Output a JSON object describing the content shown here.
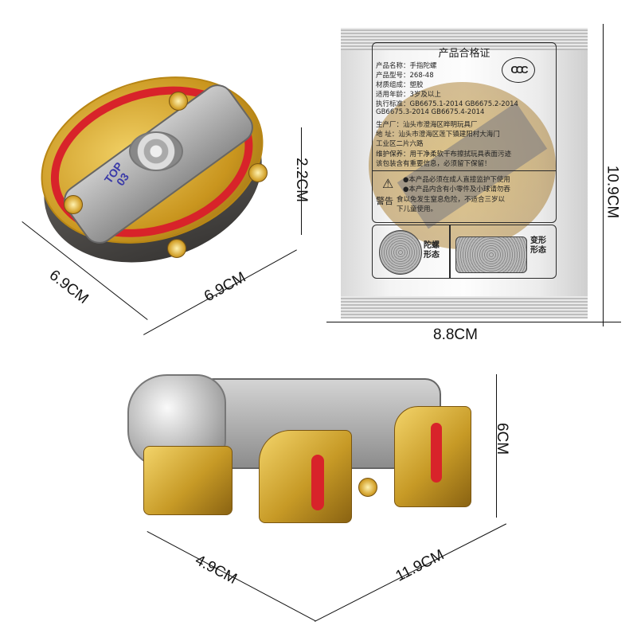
{
  "spinner": {
    "label_line1": "TOP",
    "label_line2": "03",
    "dimensions": {
      "height": "2.2CM",
      "depth": "6.9CM",
      "width": "6.9CM"
    }
  },
  "package": {
    "certificate": {
      "title": "产品合格证",
      "rows": [
        "产品名称：手指陀螺",
        "产品型号：268-48",
        "材质组成：塑胶",
        "适用年龄：3岁及以上",
        "执行标准：GB6675.1-2014  GB6675.2-2014",
        "          GB6675.3-2014  GB6675.4-2014",
        "生产厂：汕头市澄海区晔明玩具厂",
        "地  址：汕头市澄海区莲下镇建阳村大海门",
        "        工业区二片六路",
        "维护保养：用干净柔软干布擦拭玩具表面污迹",
        "该包装含有重要信息，必须留下保留！"
      ],
      "ccc_mark": "CCC",
      "warning_label": "警告",
      "warnings": [
        "●本产品必须在成人直接监护下使用",
        "●本产品内含有小零件及小球请勿吞",
        "食以免发生窒息危险，不适合三岁以",
        "下儿童使用。"
      ]
    },
    "forms": {
      "spinner_form": "陀螺形态",
      "transform_form": "变形形态"
    },
    "dimensions": {
      "height": "10.9CM",
      "width": "8.8CM"
    }
  },
  "robot": {
    "dimensions": {
      "height": "6CM",
      "depth": "4.9CM",
      "length": "11.9CM"
    }
  },
  "colors": {
    "gold": "#d6a530",
    "red": "#d8232a",
    "silver": "#b0b0b0",
    "text": "#111111"
  }
}
